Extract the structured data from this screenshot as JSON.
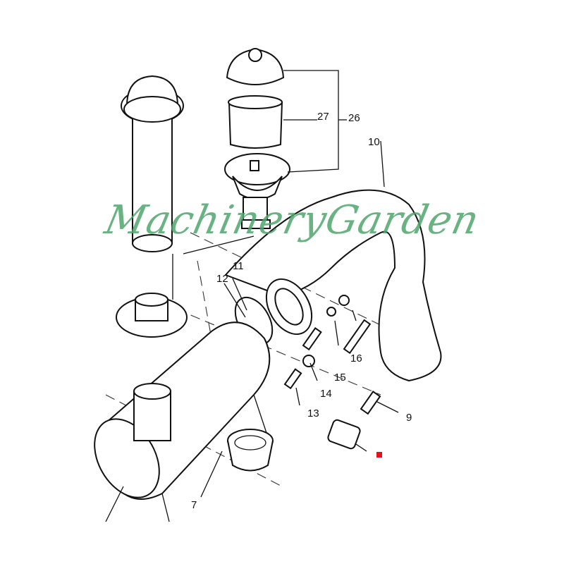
{
  "diagram": {
    "labels": [
      {
        "id": "27",
        "text": "27"
      },
      {
        "id": "26",
        "text": "26"
      },
      {
        "id": "10",
        "text": "10"
      },
      {
        "id": "11",
        "text": "11"
      },
      {
        "id": "12",
        "text": "12"
      },
      {
        "id": "16",
        "text": "16"
      },
      {
        "id": "15",
        "text": "15"
      },
      {
        "id": "14",
        "text": "14"
      },
      {
        "id": "13",
        "text": "13"
      },
      {
        "id": "9",
        "text": "9"
      },
      {
        "id": "7",
        "text": "7"
      }
    ],
    "watermark": "MachineryGarden",
    "colors": {
      "watermark": "#4fa56d",
      "marker": "#e0141c",
      "line": "#111111"
    }
  }
}
